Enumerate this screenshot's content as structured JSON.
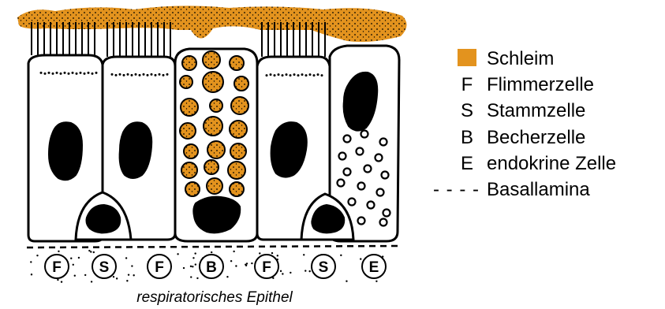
{
  "colors": {
    "mucus": "#E3931E",
    "ink": "#000000",
    "cell_fill": "#ffffff"
  },
  "legend": [
    {
      "key": "",
      "swatch": "mucus",
      "label": "Schleim"
    },
    {
      "key": "F",
      "label": "Flimmerzelle"
    },
    {
      "key": "S",
      "label": "Stammzelle"
    },
    {
      "key": "B",
      "label": "Becherzelle"
    },
    {
      "key": "E",
      "label": "endokrine Zelle"
    },
    {
      "key": "----",
      "label": "Basallamina"
    }
  ],
  "cells": [
    "F",
    "S",
    "F",
    "B",
    "F",
    "S",
    "E"
  ],
  "caption": "respiratorisches Epithel"
}
